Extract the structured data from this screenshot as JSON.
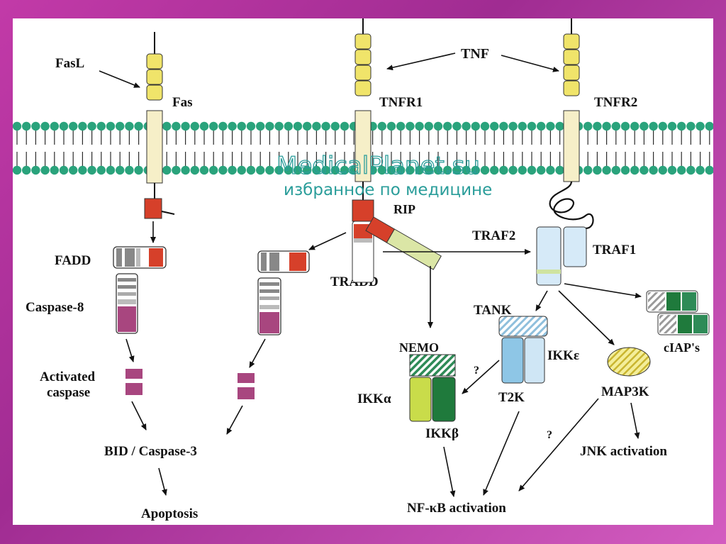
{
  "labels": {
    "fasl": "FasL",
    "fas": "Fas",
    "tnf": "TNF",
    "tnfr1": "TNFR1",
    "tnfr2": "TNFR2",
    "rip": "RIP",
    "traf2": "TRAF2",
    "traf1": "TRAF1",
    "fadd": "FADD",
    "tradd": "TRADD",
    "caspase8": "Caspase-8",
    "activated_caspase_1": "Activated",
    "activated_caspase_2": "caspase",
    "bid_caspase3": "BID / Caspase-3",
    "apoptosis": "Apoptosis",
    "tank": "TANK",
    "nemo": "NEMO",
    "ikka": "IKKα",
    "ikkb": "IKKβ",
    "ikke": "IKKε",
    "t2k": "T2K",
    "map3k": "MAP3K",
    "ciap": "cIAP's",
    "jnk": "JNK activation",
    "nfkb": "NF-κB activation",
    "q1": "?",
    "q2": "?"
  },
  "watermark": {
    "line1": "MedicalPlanet.su",
    "line2": "избранное по медицине"
  },
  "colors": {
    "frame": "#b0339c",
    "membrane": "#2aa37c",
    "receptor_head": "#f0e46a",
    "receptor_stalk": "#f6efc8",
    "death_domain": "#d6402a",
    "caspase": "#a8467f",
    "traf": "#d6eaf8",
    "ikk_light": "#c9dc4a",
    "ikk_dark": "#1f7a3c",
    "nemo": "#4f9c6c",
    "tank": "#a9cde4",
    "t2k": "#8ec6e6",
    "map3k": "#f2ec8c"
  }
}
